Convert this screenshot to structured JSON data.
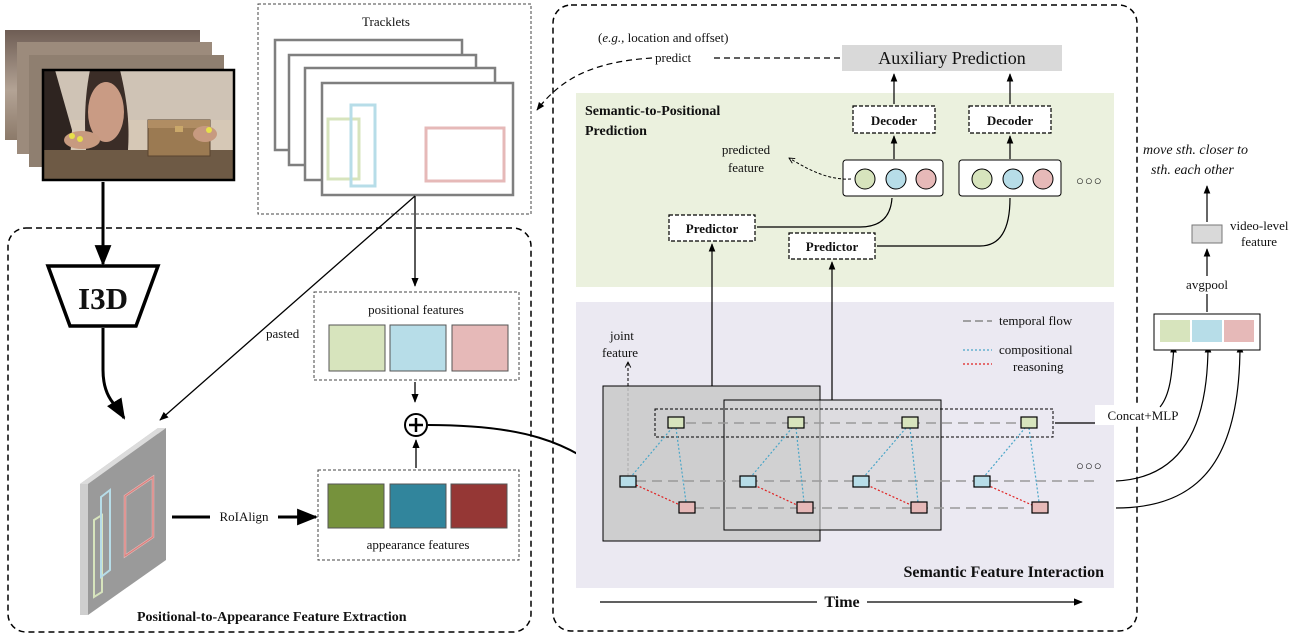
{
  "labels": {
    "tracklets": "Tracklets",
    "example_note": "(e.g., location and offset)",
    "example_note_eg": "e.g.,",
    "example_note_rest": " location and offset)",
    "predict": "predict",
    "auxiliary_prediction": "Auxiliary Prediction",
    "stp_title_line1": "Semantic-to-Positional",
    "stp_title_line2": "Prediction",
    "decoder": "Decoder",
    "predicted_feature_line1": "predicted",
    "predicted_feature_line2": "feature",
    "predictor": "Predictor",
    "action_line1": "move sth. closer to",
    "action_line2": "sth. each other",
    "video_level_line1": "video-level",
    "video_level_line2": "feature",
    "avgpool": "avgpool",
    "i3d": "I3D",
    "pasted": "pasted",
    "positional_features": "positional features",
    "appearance_features": "appearance features",
    "roialign": "RoIAlign",
    "joint_feature_line1": "joint",
    "joint_feature_line2": "feature",
    "legend_temporal": "temporal flow",
    "legend_compositional_line1": "compositional",
    "legend_compositional_line2": "reasoning",
    "concat_mlp": "Concat+MLP",
    "ellipsis": "○○○",
    "sfi_title": "Semantic Feature Interaction",
    "time": "Time",
    "pae_title": "Positional-to-Appearance Feature Extraction"
  },
  "colors": {
    "green_light": "#d7e4bd",
    "blue_light": "#b7dde8",
    "red_light": "#e6b9b8",
    "green_dark": "#76923c",
    "blue_dark": "#31859c",
    "red_dark": "#953735",
    "stp_panel": "#ebf1de",
    "sfi_panel": "#ebe9f2",
    "aux_box": "#d9d9d9"
  }
}
